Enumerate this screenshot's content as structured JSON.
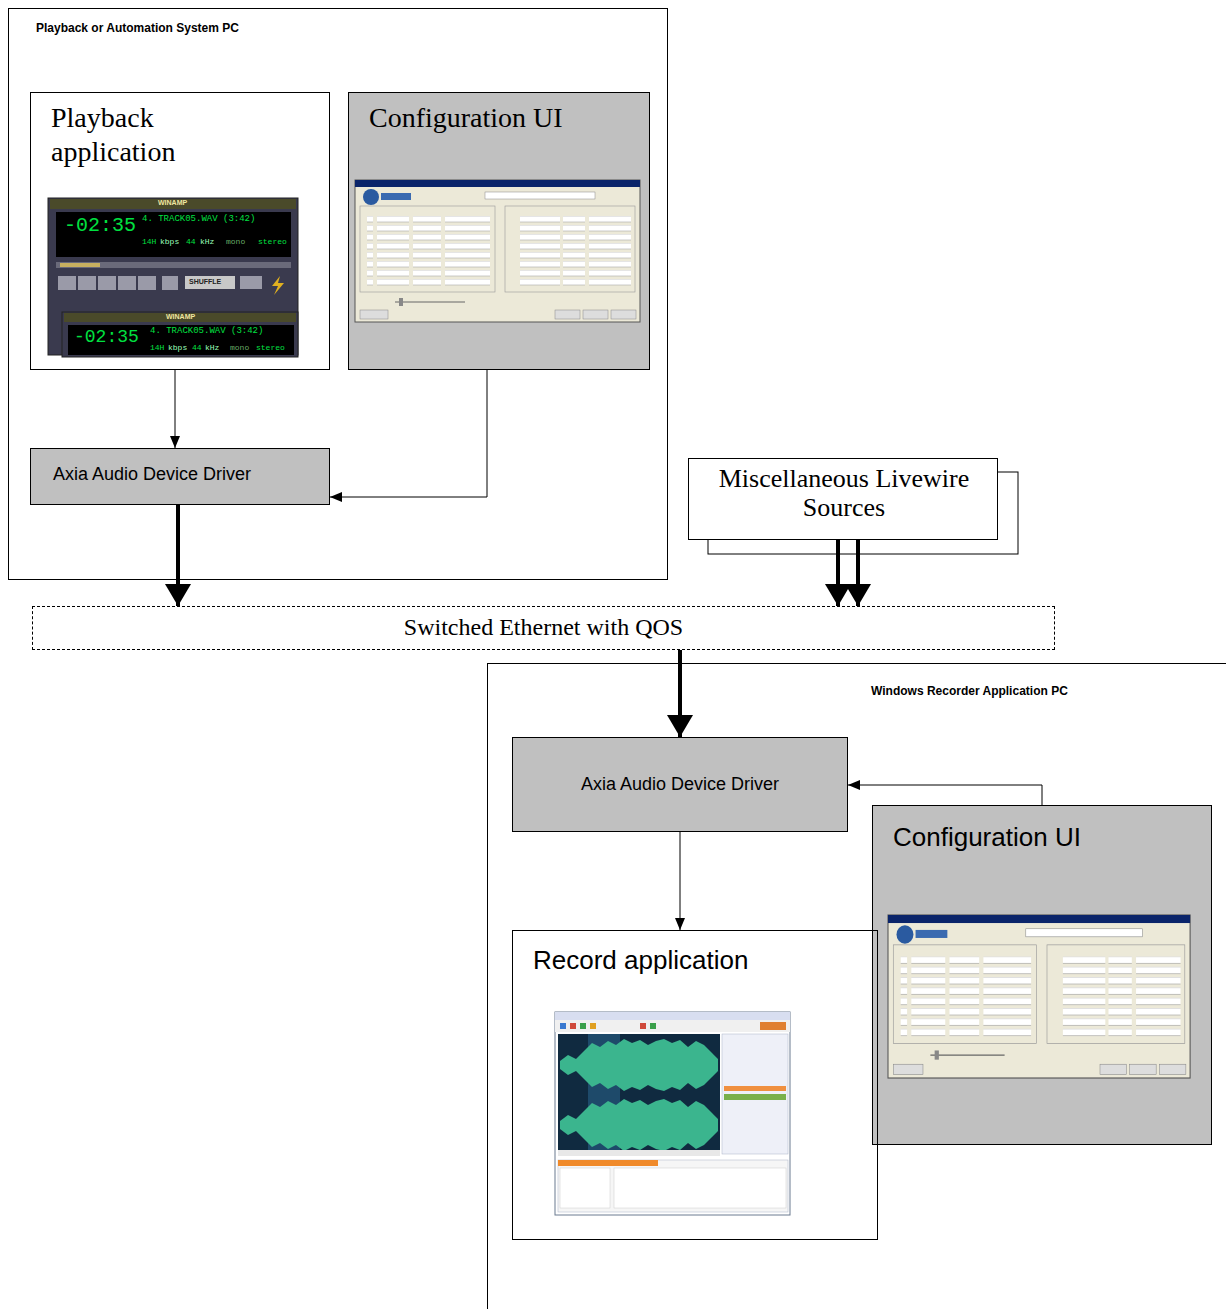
{
  "diagram": {
    "nodes": [
      {
        "text": [
          "Playback or Automation System PC"
        ]
      },
      {
        "text": [
          "Playback application"
        ],
        "in": 0
      },
      {
        "text": [
          "Configuration UI"
        ],
        "in": 0
      },
      {
        "text": [
          "Axia Audio Device Driver"
        ],
        "in": 0
      },
      {
        "text": [
          "Miscellaneous Livewire Sources"
        ]
      },
      {
        "text": [
          "Switched Ethernet with QOS"
        ]
      },
      {
        "text": [
          "Windows Recorder Application PC"
        ]
      },
      {
        "text": [
          "Axia Audio Device Driver"
        ],
        "in": 6
      },
      {
        "text": [
          "Configuration UI"
        ],
        "in": 6
      },
      {
        "text": [
          "Record application"
        ],
        "in": 6
      }
    ],
    "edges": [
      {
        "from": 1,
        "to": 3,
        "arrow": "to"
      },
      {
        "from": 2,
        "to": 3,
        "arrow": "to"
      },
      {
        "from": 3,
        "to": 5,
        "arrow": "to"
      },
      {
        "from": 4,
        "to": 5,
        "arrow": "to"
      },
      {
        "from": 4,
        "to": 5,
        "arrow": "to"
      },
      {
        "from": 5,
        "to": 7,
        "arrow": "to"
      },
      {
        "from": 8,
        "to": 7,
        "arrow": "to"
      },
      {
        "from": 7,
        "to": 9,
        "arrow": "to"
      }
    ],
    "labels": [
      "WINAMP",
      "-02:35",
      "4. TRACK05.WAV (3:42)",
      "14H",
      "kbps",
      "44",
      "kHz",
      "mono",
      "stereo",
      "SHUFFLE",
      "WINAMP",
      "-02:35",
      "4. TRACK05.WAV (3:42)",
      "14H",
      "kbps",
      "44",
      "kHz",
      "mono",
      "stereo"
    ]
  }
}
